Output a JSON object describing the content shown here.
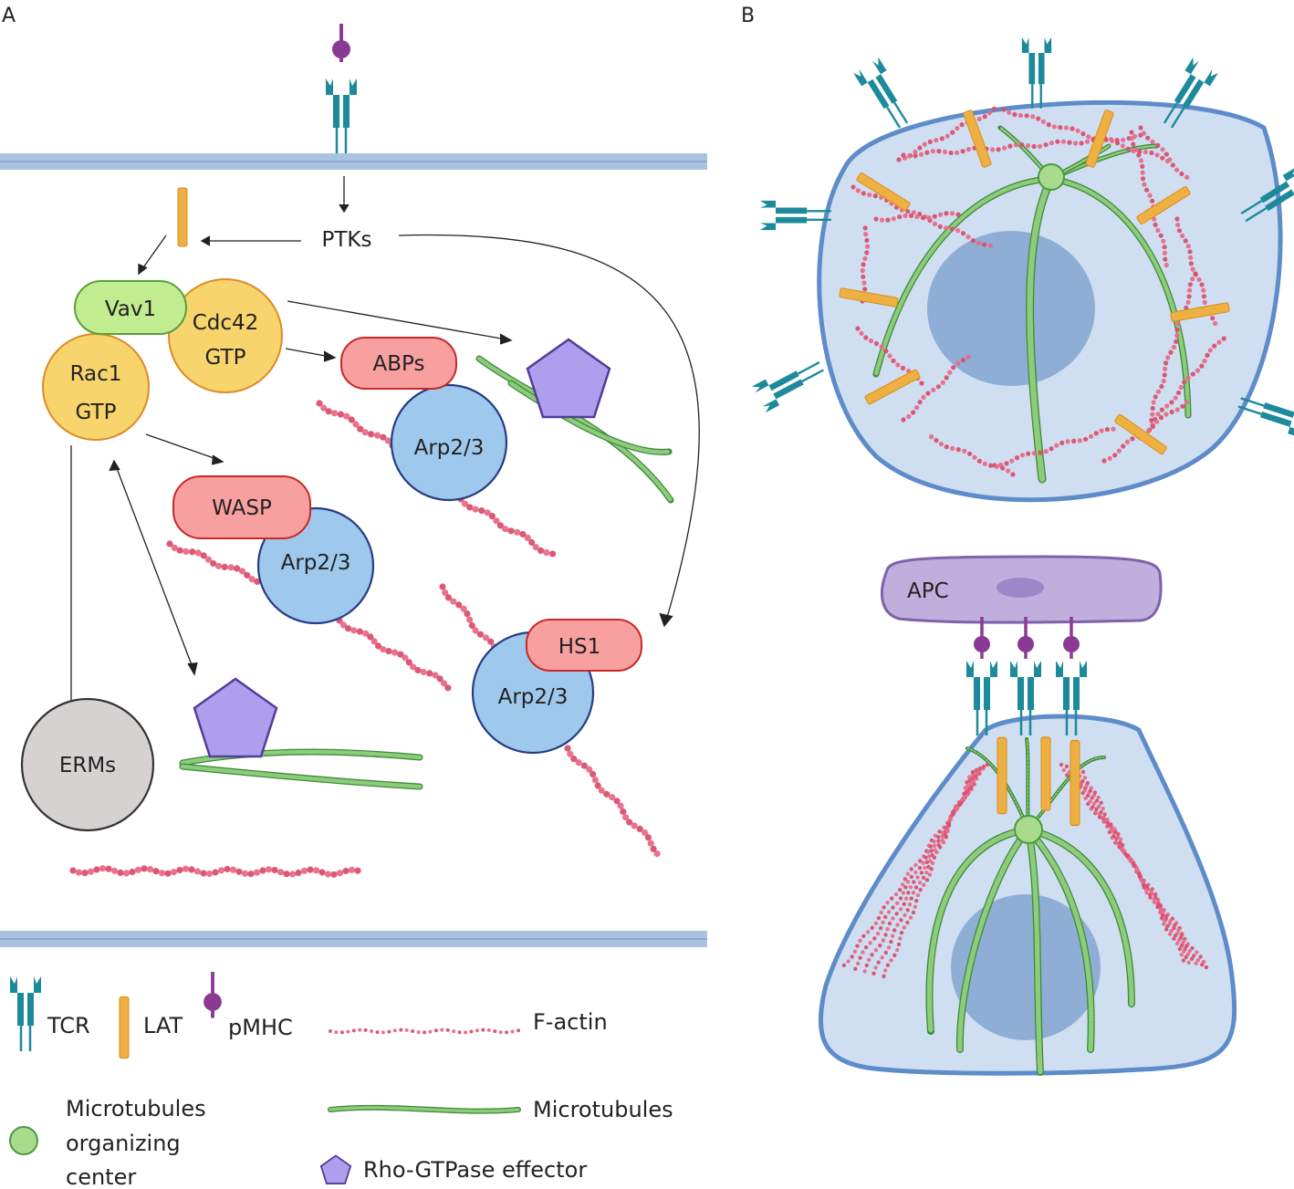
{
  "panels": {
    "a": "A",
    "b": "B"
  },
  "nodes": {
    "ptks": "PTKs",
    "vav1": "Vav1",
    "cdc42": [
      "Cdc42",
      "GTP"
    ],
    "rac1": [
      "Rac1",
      "GTP"
    ],
    "abps": "ABPs",
    "arp23": "Arp2/3",
    "wasp": "WASP",
    "hs1": "HS1",
    "erms": "ERMs",
    "apc": "APC"
  },
  "legend": {
    "tcr": "TCR",
    "lat": "LAT",
    "pmhc": "pMHC",
    "factin": "F-actin",
    "microtubules": "Microtubules",
    "mtoc": [
      "Microtubules",
      "organizing",
      "center"
    ],
    "effector": "Rho-GTPase effector"
  },
  "colors": {
    "membrane": "#aac2e2",
    "tcr": "#1c8a9a",
    "lat": "#efb043",
    "pmhc": "#8a3a94",
    "factin": "#d9506e",
    "microtubule": "#5faa55",
    "cell": "#cfdef0",
    "cell_border": "#5e8cca",
    "nucleus": "#8faed6",
    "gtpase_fill": "#f8d46c",
    "gtpase_border": "#de8a28",
    "vav_fill": "#c2ec90",
    "vav_border": "#58a03a",
    "abp_fill": "#f8a0a0",
    "abp_border": "#c82828",
    "arp_fill": "#9ec8ec",
    "arp_border": "#283c86",
    "effector_fill": "#ad9eee",
    "effector_border": "#543c98",
    "erm_fill": "#d6d2d2",
    "erm_border": "#333333",
    "apc_fill": "#c0aedc",
    "apc_border": "#7e62aa"
  }
}
